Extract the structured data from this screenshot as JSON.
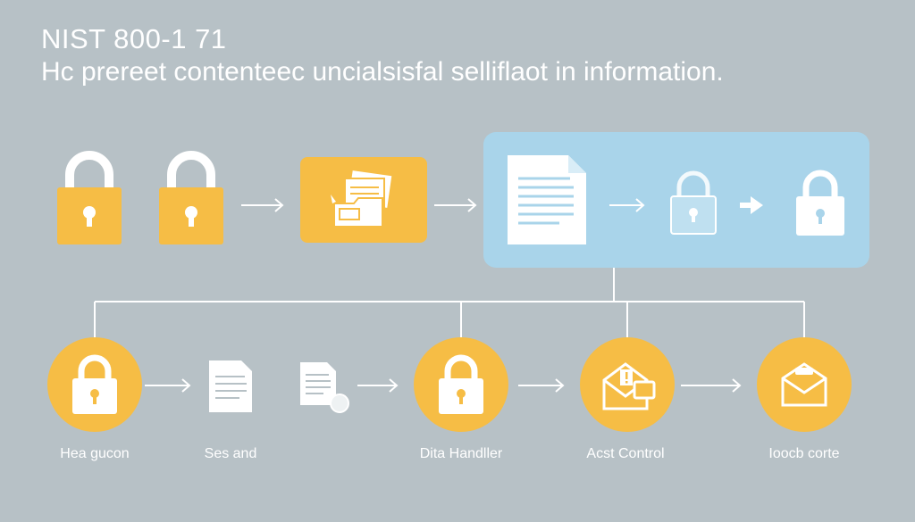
{
  "header": {
    "title": "NIST 800-1 71",
    "subtitle": "Hc prereet contenteec uncialsisfal selliflaot in information."
  },
  "top_row": {
    "icons": [
      "lock-icon",
      "lock-icon",
      "arrow-right-icon",
      "folder-documents-icon",
      "arrow-right-icon"
    ],
    "panel_icons": [
      "document-icon",
      "arrow-right-icon",
      "lock-outline-icon",
      "arrow-right-icon",
      "lock-icon"
    ]
  },
  "bottom_row": {
    "nodes": [
      {
        "icon": "lock-icon",
        "label": "Hea gucon"
      },
      {
        "icon": "document-icon",
        "label": "Ses and"
      },
      {
        "icon": "document-search-icon",
        "label": ""
      },
      {
        "icon": "lock-icon",
        "label": "Dita Handller"
      },
      {
        "icon": "envelope-alert-icon",
        "label": "Acst Control"
      },
      {
        "icon": "envelope-icon",
        "label": "Ioocb corte"
      }
    ]
  },
  "colors": {
    "background": "#b7c1c6",
    "accent_yellow": "#f6bd45",
    "panel_blue": "#a9d4ea",
    "line": "#ffffff"
  }
}
